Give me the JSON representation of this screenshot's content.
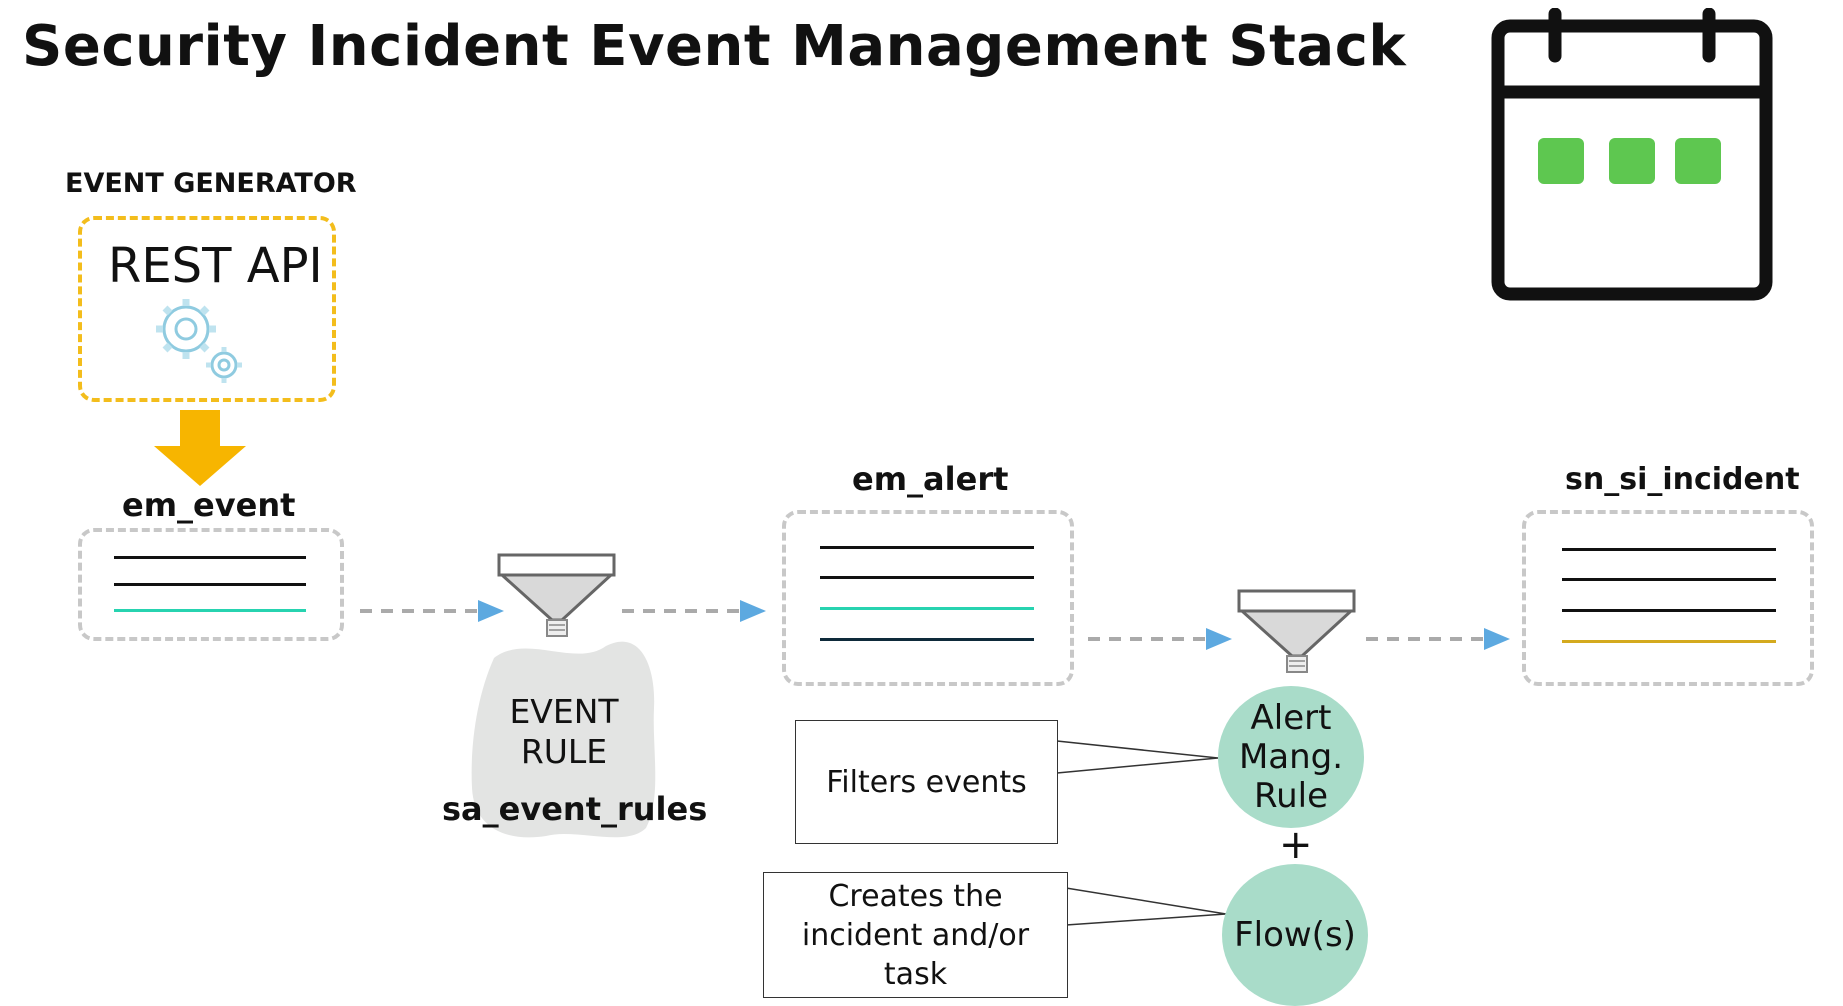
{
  "title": "Security Incident Event Management Stack",
  "event_generator": {
    "label": "EVENT GENERATOR",
    "box_text": "REST API"
  },
  "tables": {
    "em_event": "em_event",
    "em_alert": "em_alert",
    "sn_si_incident": "sn_si_incident"
  },
  "event_rule": {
    "line1": "EVENT",
    "line2": "RULE",
    "table": "sa_event_rules"
  },
  "alert_rule": {
    "line1": "Alert",
    "line2": "Mang.",
    "line3": "Rule"
  },
  "plus": "+",
  "flows": "Flow(s)",
  "notes": {
    "filters": "Filters events",
    "creates_line1": "Creates the",
    "creates_line2": "incident and/or",
    "creates_line3": "task"
  },
  "colors": {
    "dashed_yellow": "#f3bd1c",
    "arrow_orange": "#f7b500",
    "teal_line": "#27d3b0",
    "dark_line": "#0e2a3a",
    "gold_line": "#d4aa1e",
    "flow_arrow": "#5da9e0",
    "calendar_green": "#5ec750",
    "circle_fill": "#a9dcc9"
  },
  "icons": [
    "gear-icon",
    "funnel-icon",
    "calendar-icon",
    "arrow-down-icon",
    "arrow-right-icon"
  ]
}
